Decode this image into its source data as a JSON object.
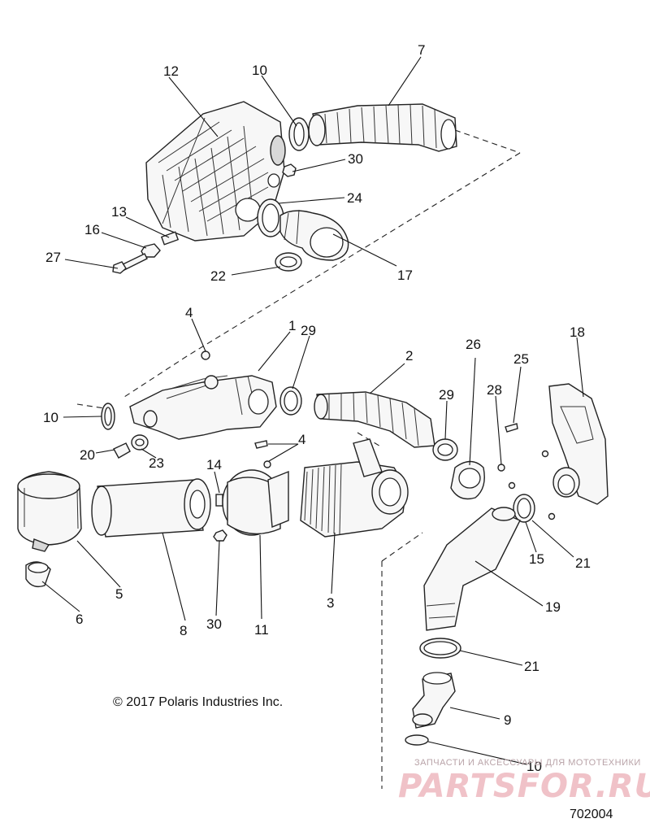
{
  "diagram": {
    "copyright": "© 2017 Polaris Industries Inc.",
    "drawing_number": "702004",
    "watermark": {
      "tagline": "ЗАПЧАСТИ И АКСЕССУАРЫ ДЛЯ МОТОТЕХНИКИ",
      "brand": "PARTSFOR.RU"
    },
    "callouts": [
      "12",
      "10",
      "7",
      "30",
      "24",
      "13",
      "16",
      "27",
      "22",
      "17",
      "4",
      "1",
      "29",
      "2",
      "26",
      "25",
      "18",
      "10",
      "28",
      "29",
      "20",
      "23",
      "4",
      "14",
      "5",
      "6",
      "8",
      "30",
      "11",
      "3",
      "15",
      "21",
      "19",
      "21",
      "9",
      "10"
    ]
  }
}
